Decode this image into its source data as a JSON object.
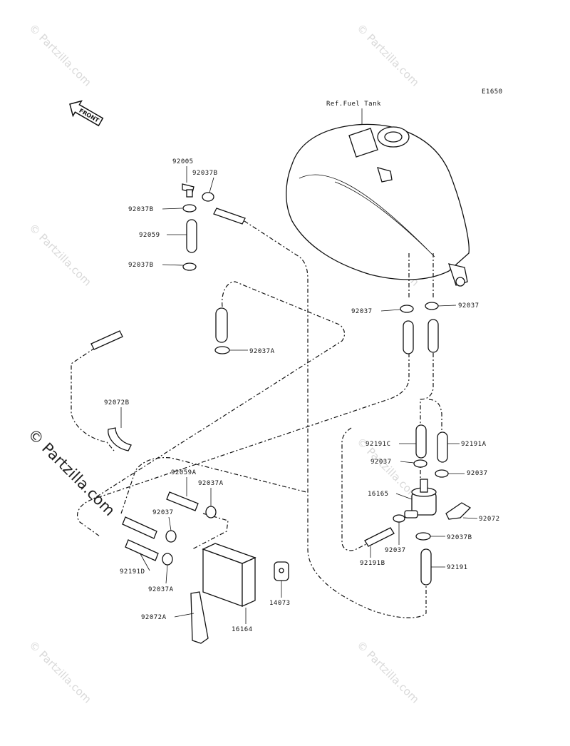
{
  "diagram_id": "E1650",
  "reference": "Ref.Fuel Tank",
  "front_arrow": "FRONT",
  "watermark": "© Partzilla.com",
  "parts": {
    "p92005": "92005",
    "p92037B_top": "92037B",
    "p92037B_mid": "92037B",
    "p92059": "92059",
    "p92037B_low": "92037B",
    "p92037A_upper": "92037A",
    "p92072B": "92072B",
    "p92037_left_tank": "92037",
    "p92037_right_tank": "92037",
    "p92191C": "92191C",
    "p92191A": "92191A",
    "p92037_filter_left": "92037",
    "p92037_filter_right": "92037",
    "p16165": "16165",
    "p92072": "92072",
    "p92037B_filter": "92037B",
    "p92037_filter_low": "92037",
    "p92191B": "92191B",
    "p92191": "92191",
    "p92059A": "92059A",
    "p92037A_can": "92037A",
    "p92037_can": "92037",
    "p92191D": "92191D",
    "p92037A_bottom": "92037A",
    "p14073": "14073",
    "p16164": "16164",
    "p92072A": "92072A"
  }
}
